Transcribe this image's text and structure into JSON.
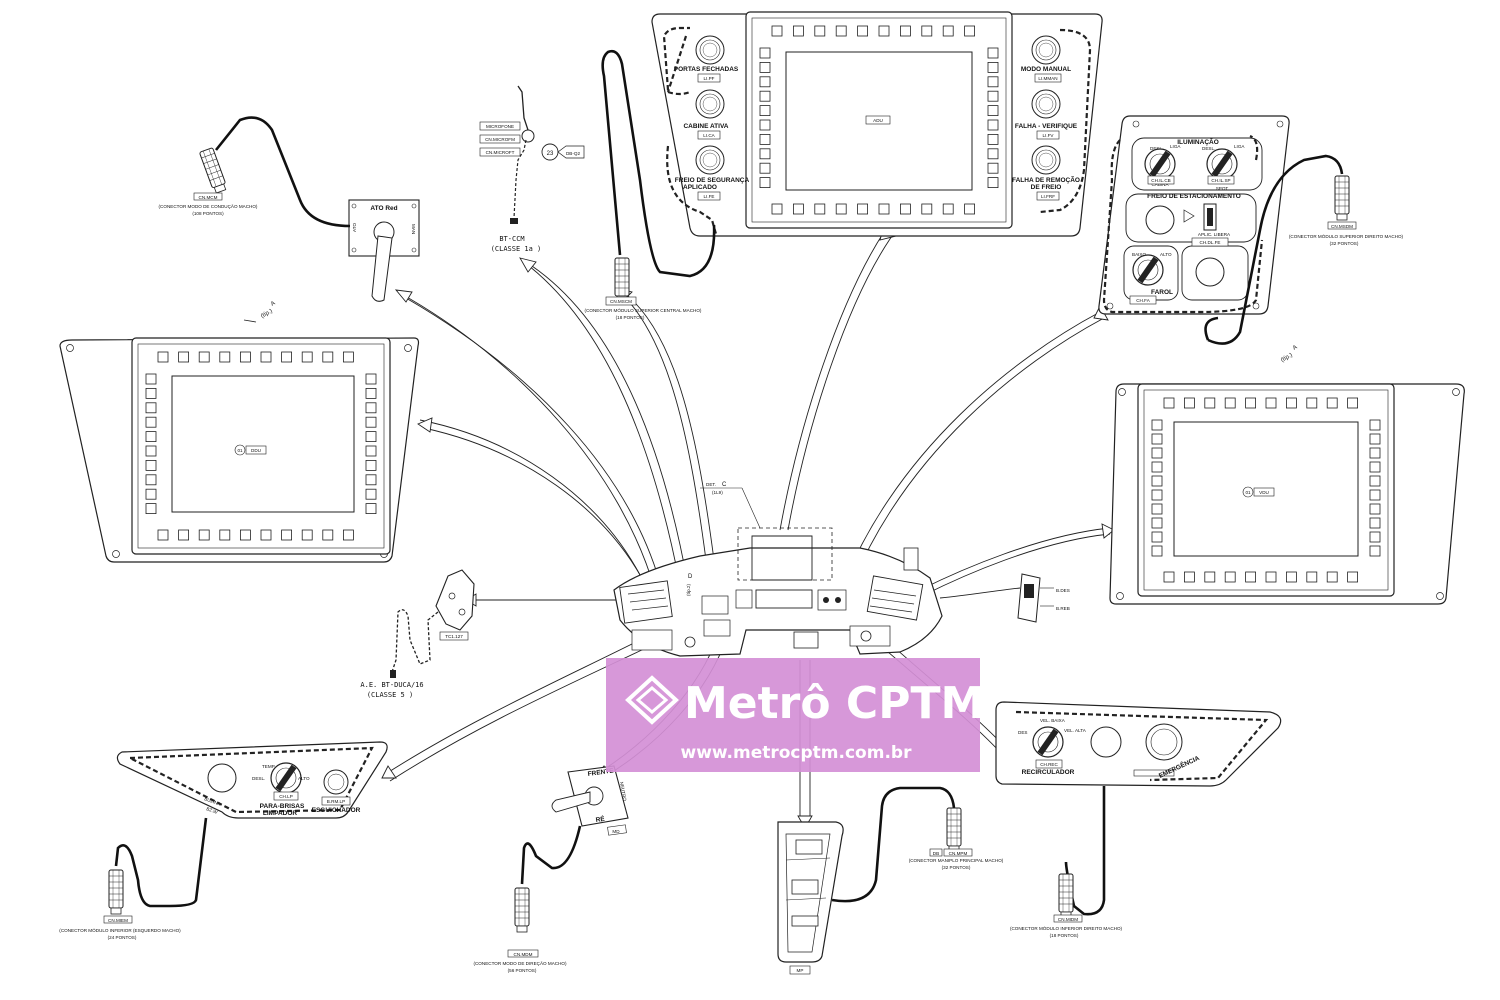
{
  "adu_panel": {
    "center_label": "ADU",
    "left_lamps": [
      {
        "label": "PORTAS FECHADAS",
        "tag": "LI.PF"
      },
      {
        "label": "CABINE ATIVA",
        "tag": "LI.CA"
      },
      {
        "label_line1": "FREIO DE SEGURANÇA",
        "label_line2": "APLICADO",
        "tag": "LI.FE"
      }
    ],
    "right_lamps": [
      {
        "label": "MODO MANUAL",
        "tag": "LI.MMAN"
      },
      {
        "label": "FALHA - VERIFIQUE",
        "tag": "LI.FV"
      },
      {
        "label_line1": "FALHA DE REMOÇÃO",
        "label_line2": "DE FREIO",
        "tag": "LI.FRF"
      }
    ],
    "connector": {
      "tag": "CN.MSCM",
      "line1": "(CONECTOR MÓDULO SUPERIOR CENTRAL MACHO)",
      "line2": "(18 PONTOS)"
    }
  },
  "mode_switch": {
    "title": "ATO Red",
    "left_label": "ATO",
    "right_label": "MAN",
    "connector": {
      "tag": "CN.MCM",
      "line1": "(CONECTOR MODO DE CONDUÇÃO MACHO)",
      "line2": "(108 PONTOS)"
    }
  },
  "microphone": {
    "tags": [
      "MICROFONE",
      "CN.MICROFM",
      "CN.MICROFT"
    ],
    "bubble": "23",
    "bubble_ref": "DB-Q2",
    "cable": "BT-CCM",
    "cable_class": "(CLASSE 1a )"
  },
  "lighting_panel": {
    "title": "ILUMINAÇÃO",
    "cabin": {
      "off": "DESL.",
      "on": "LIGA",
      "label": "CABINA",
      "tag": "CH.IL.CB"
    },
    "spot": {
      "off": "DESL.",
      "on": "LIGA",
      "label": "SPOT",
      "tag": "CH.IL.SP"
    },
    "brake_title": "FREIO DE ESTACIONAMENTO",
    "brake_small": "APLIC. LIBERA",
    "brake_tag": "CH.DL.FE",
    "farol": {
      "low": "BAIXO",
      "high": "ALTO",
      "label": "FAROL",
      "tag": "CH.FA"
    },
    "connector": {
      "tag": "CN.MSDM",
      "line1": "(CONECTOR MÓDULO SUPERIOR DIREITO MACHO)",
      "line2": "(32 PONTOS)"
    }
  },
  "left_vdu": {
    "label": "DDU",
    "bubble": "01"
  },
  "right_vdu": {
    "label": "VDU",
    "bubble": "01"
  },
  "typ_left": {
    "text": "(típ.)",
    "letter": "A"
  },
  "typ_right": {
    "text": "(típ.)",
    "letter": "A"
  },
  "detail": {
    "label": "DET.",
    "letter": "C",
    "sub": "(1L9)"
  },
  "console_mark": {
    "text": "(típ.2)",
    "letter": "D"
  },
  "side_buttons": {
    "top": "B.DES",
    "bottom": "B.REB"
  },
  "phone": {
    "tag": "TC1.127",
    "cable": "A.E. BT-DUCA/16",
    "cable_class": "(CLASSE 5 )"
  },
  "wiper_panel": {
    "buzzer": "BUZINA",
    "buzzer_tag": "BZ.W",
    "temp": "TEMP.",
    "off": "DESL.",
    "high": "ALTO",
    "label_line1": "PARA-BRISAS",
    "label_line2": "LIMPADOR",
    "tag": "CH.LP",
    "wash_label": "ESGUICHADOR",
    "wash_tag": "B.RM.LP",
    "connector": {
      "tag": "CN.MIEM",
      "line1": "(CONECTOR MÓDULO INFERIOR (ESQUERDO MACHO)",
      "line2": "(24 PONTOS)"
    }
  },
  "direction_switch": {
    "forward": "FRENTE",
    "neutral": "NEUTRO",
    "reverse": "RÉ",
    "tag": "MD",
    "connector": {
      "tag": "CN.MDM",
      "line1": "(CONECTOR MODO DE DIREÇÃO MACHO)",
      "line2": "(56 PONTOS)"
    }
  },
  "master_controller": {
    "tag": "MP",
    "connector": {
      "tag": "CN.MPM",
      "bubble": "DB",
      "line1": "(CONECTOR MANIPLO PRINCIPAL MACHO)",
      "line2": "(32 PONTOS)"
    }
  },
  "recirc_panel": {
    "off": "DES",
    "low": "VEL. BAIXA",
    "high": "VEL. ALTA",
    "label": "RECIRCULADOR",
    "tag": "CH.REC",
    "emergency": "EMERGÊNCIA",
    "connector": {
      "tag": "CN.MIDM",
      "line1": "(CONECTOR MÓDULO INFERIOR DIREITO MACHO)",
      "line2": "(18 PONTOS)"
    }
  },
  "watermark": {
    "brand": "Metrô CPTM",
    "url": "www.metrocptm.com.br",
    "bg_color": "#d48fd6"
  }
}
